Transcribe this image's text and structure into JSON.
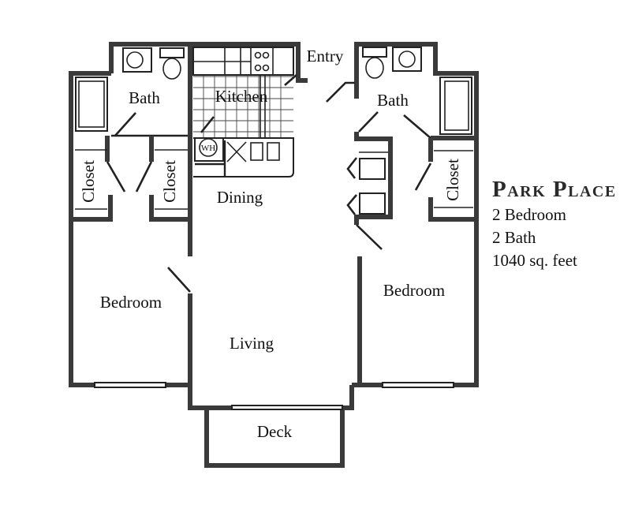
{
  "floorplan": {
    "name": "Park Place",
    "details": [
      "2 Bedroom",
      "2 Bath",
      "1040 sq. feet"
    ],
    "rooms": {
      "bath_left": "Bath",
      "kitchen": "Kitchen",
      "entry": "Entry",
      "bath_right": "Bath",
      "closet_left_1": "Closet",
      "closet_left_2": "Closet",
      "closet_right": "Closet",
      "dining": "Dining",
      "bedroom_left": "Bedroom",
      "bedroom_right": "Bedroom",
      "living": "Living",
      "deck": "Deck",
      "water_heater": "WH"
    },
    "colors": {
      "wall": "#3a3a3a",
      "background": "#ffffff",
      "text": "#111111"
    }
  }
}
